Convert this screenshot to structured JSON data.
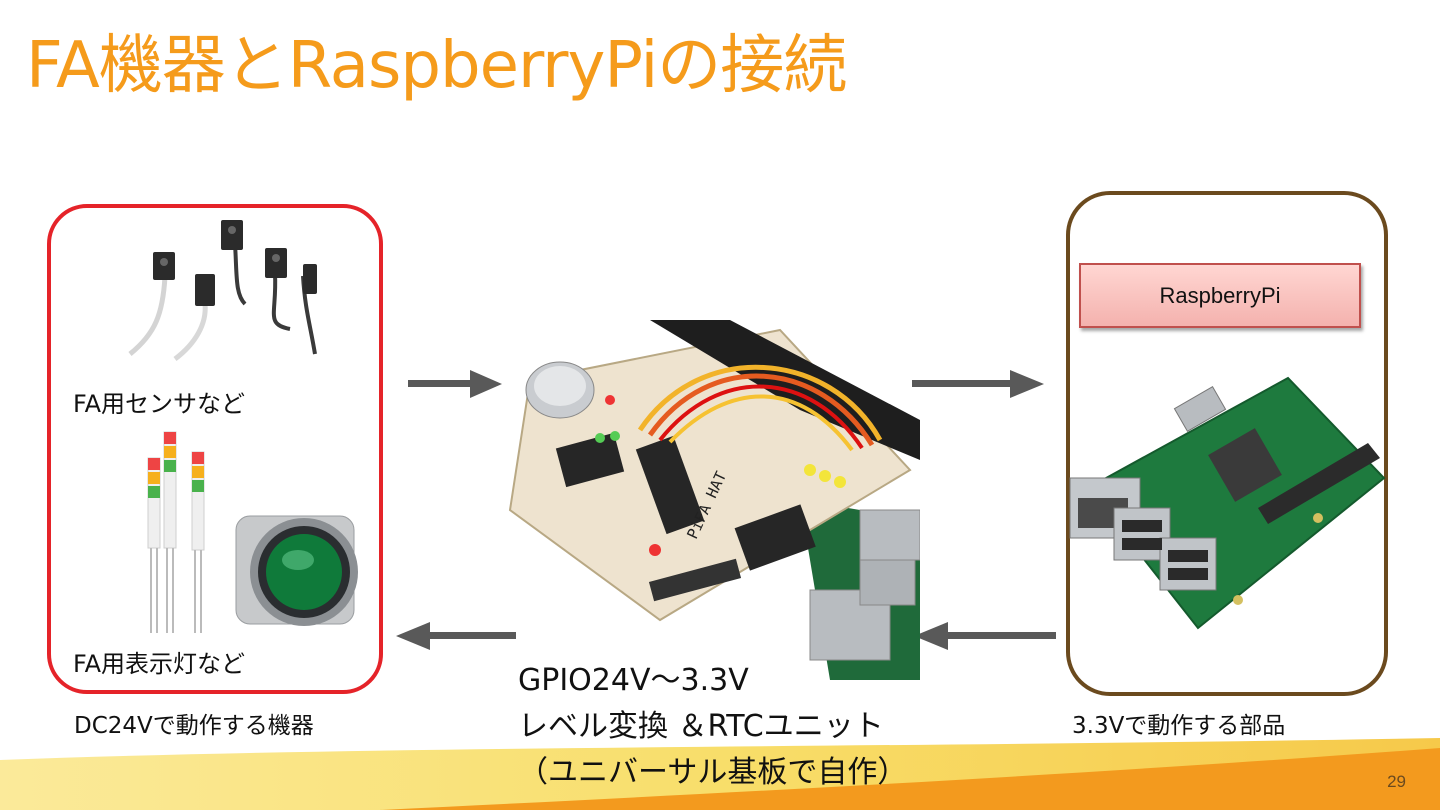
{
  "slide": {
    "title": "FA機器とRaspberryPiの接続",
    "page_number": "29"
  },
  "left_group": {
    "sensor_label": "FA用センサなど",
    "lamp_label": "FA用表示灯など",
    "caption": "DC24Vで動作する機器"
  },
  "center": {
    "caption_lines": [
      "GPIO24V～3.3V",
      "レベル変換 ＆RTCユニット",
      "（ユニバーサル基板で自作）"
    ],
    "board_silkscreen": "PiFA HAT"
  },
  "right_group": {
    "box_label": "RaspberryPi",
    "caption": "3.3Vで動作する部品"
  },
  "colors": {
    "title": "#F59B1B",
    "left_frame": "#E52329",
    "right_frame": "#6B4A1E",
    "arrow": "#595959",
    "footer_yellow": "#F7D654",
    "footer_orange": "#F39A1E"
  }
}
